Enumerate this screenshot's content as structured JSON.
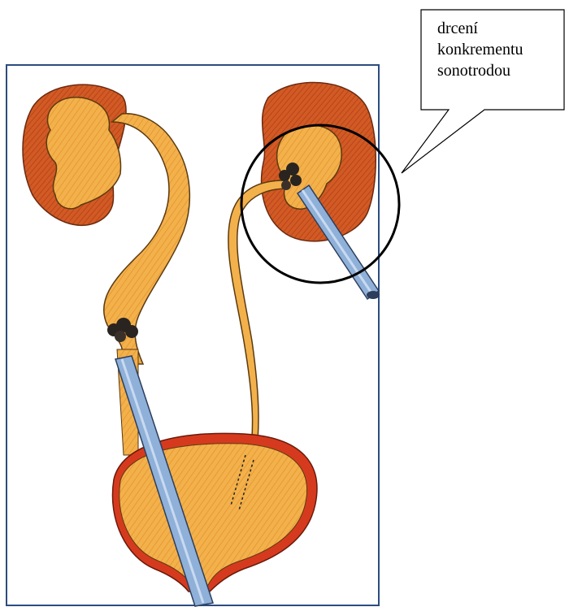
{
  "callout": {
    "lines": [
      "drcení",
      "konkrementu",
      "sonotrodou"
    ]
  },
  "colors": {
    "kidney_cortex": "#cf5a22",
    "kidney_dark": "#b3461a",
    "urinary_fill": "#f2b04a",
    "urinary_stroke": "#5a3a10",
    "bladder_wall": "#d63a1e",
    "instrument": "#8fb0d8",
    "instrument_stroke": "#2c3e5c",
    "stone": "#2a2420",
    "frame": "#2b4c80"
  }
}
